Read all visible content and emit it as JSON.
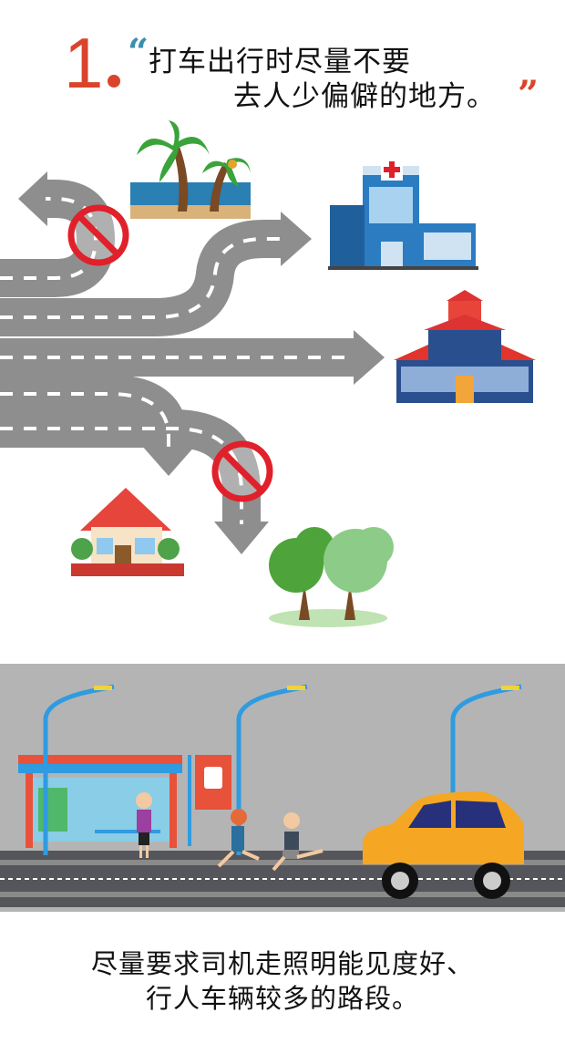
{
  "header": {
    "number": "1",
    "line1": "打车出行时尽量不要",
    "line2": "去人少偏僻的地方。",
    "open_quote": "“",
    "close_quote": "”"
  },
  "caption": {
    "line1": "尽量要求司机走照明能见度好、",
    "line2": "行人车辆较多的路段。"
  },
  "colors": {
    "accent_red": "#d9452b",
    "road_gray": "#8e8e8e",
    "lamp_blue": "#2f9be0",
    "taxi": "#f5a623"
  }
}
